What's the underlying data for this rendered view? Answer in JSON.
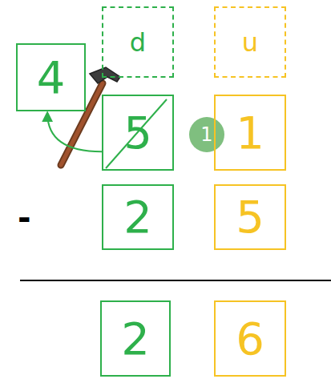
{
  "diagram": {
    "nodes": [
      {
        "text": [
          "d"
        ]
      },
      {
        "text": [
          "u"
        ]
      },
      {
        "text": [
          "4"
        ]
      },
      {
        "text": [
          "5"
        ]
      },
      {
        "text": [
          "1"
        ]
      },
      {
        "text": [
          "1"
        ]
      },
      {
        "text": [
          "2"
        ]
      },
      {
        "text": [
          "5"
        ]
      },
      {
        "text": [
          "2"
        ]
      },
      {
        "text": [
          "6"
        ]
      }
    ],
    "edges": [
      {
        "from": 3,
        "to": 2,
        "arrow": "to"
      }
    ],
    "labels": [
      "-"
    ]
  }
}
